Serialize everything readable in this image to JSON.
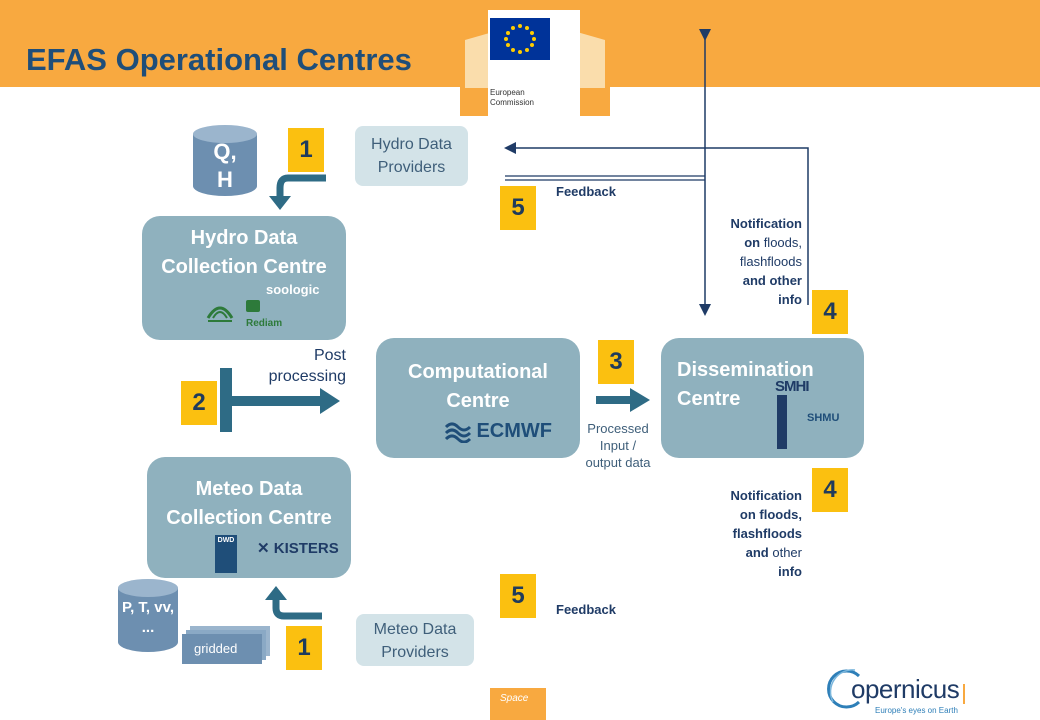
{
  "header": {
    "title": "EFAS Operational Centres",
    "commission_line1": "European",
    "commission_line2": "Commission"
  },
  "storage": {
    "hydro_cylinder_text": "Q, H",
    "meteo_cylinder_text": "P, T, vv, ...",
    "gridded_label": "gridded"
  },
  "providers": {
    "hydro": "Hydro Data Providers",
    "meteo": "Meteo Data Providers"
  },
  "centres": {
    "hydro": "Hydro Data Collection Centre",
    "meteo": "Meteo Data Collection Centre",
    "computational": "Computational Centre",
    "dissemination": "Dissemination Centre"
  },
  "partner_logos": {
    "soologic": "soologic",
    "rediam": "Rediam",
    "ecmwf": "ECMWF",
    "smhi": "SMHI",
    "shmu": "SHMU",
    "dwd": "DWD",
    "kisters": "KISTERS"
  },
  "steps": {
    "hydro_provider": "1",
    "meteo_provider": "1",
    "post_processing": "2",
    "processed": "3",
    "notification_top": "4",
    "notification_bottom": "4",
    "feedback_top": "5",
    "feedback_bottom": "5"
  },
  "labels": {
    "post_processing_1": "Post",
    "post_processing_2": "processing",
    "processed_1": "Processed",
    "processed_2": "Input /",
    "processed_3": "output data",
    "feedback_top": "Feedback",
    "feedback_bottom": "Feedback"
  },
  "notification_top": {
    "l1": "Notification",
    "l2a": "on",
    "l2b": " floods,",
    "l3": "flashfloods",
    "l4": "and other",
    "l5": "info"
  },
  "notification_bottom": {
    "l1": "Notification",
    "l2": "on floods,",
    "l3": "flashfloods",
    "l4a": "and",
    "l4b": " other",
    "l5": "info"
  },
  "footer": {
    "space_tag": "Space",
    "copernicus": "opernicus",
    "copernicus_tagline": "Europe's eyes on Earth"
  },
  "colors": {
    "header": "#f8a940",
    "title": "#1f4e79",
    "centre_box": "#8fb1be",
    "provider_box": "#d3e3e8",
    "step_badge": "#fbc010",
    "arrow": "#2e6b85",
    "line": "#1f3b66"
  }
}
